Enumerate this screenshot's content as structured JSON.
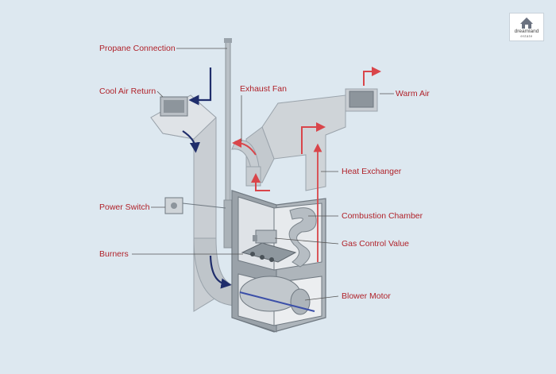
{
  "labels": {
    "propane_connection": "Propane Connection",
    "cool_air_return": "Cool Air Return",
    "exhaust_fan": "Exhaust Fan",
    "warm_air": "Warm Air",
    "heat_exchanger": "Heat Exchanger",
    "power_switch": "Power Switch",
    "combustion_chamber": "Combustion Chamber",
    "burners": "Burners",
    "gas_control_value": "Gas Control Value",
    "blower_motor": "Blower Motor"
  },
  "logo": {
    "name": "dreamland",
    "subtitle": "estate"
  },
  "colors": {
    "background": "#dde8f0",
    "label_text": "#b0222a",
    "warm_arrow": "#d9454a",
    "cool_arrow": "#1f2d6b",
    "duct": "#c9ced3",
    "leader_line": "#555555"
  }
}
